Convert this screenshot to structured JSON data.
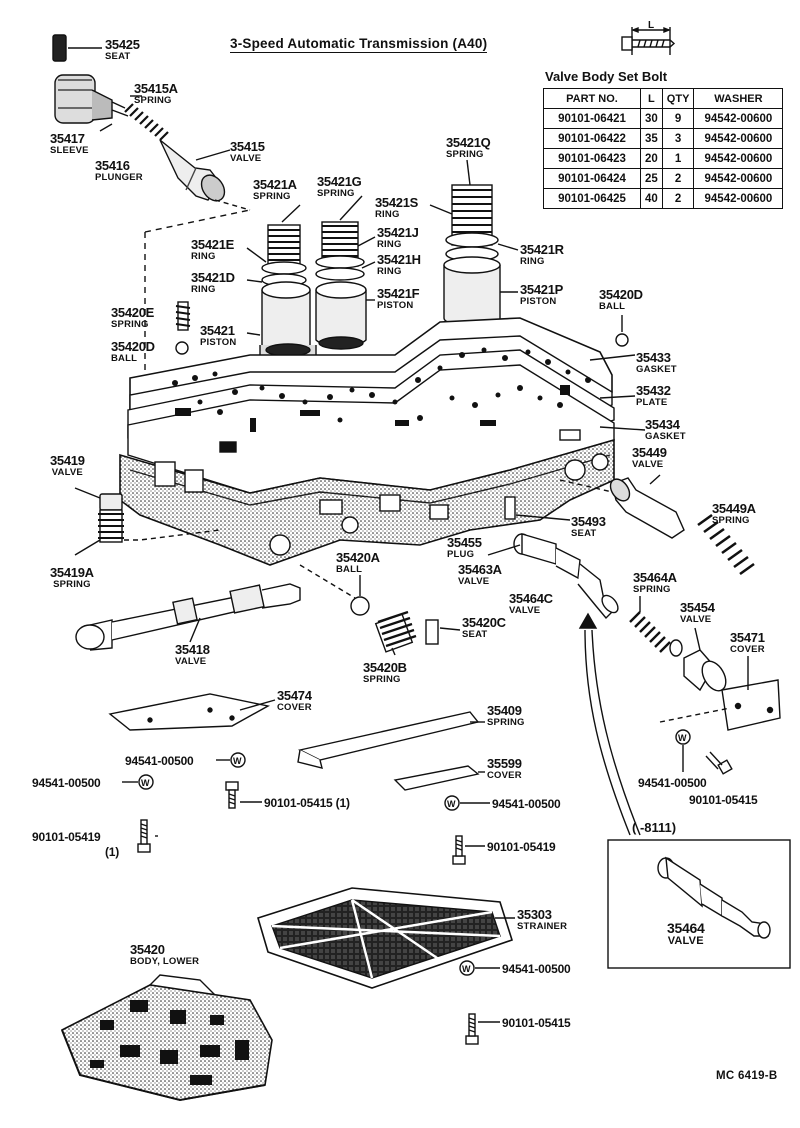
{
  "title": "3-Speed Automatic Transmission (A40)",
  "figure_code": "MC  6419-B",
  "bolt_dimension_label": "L",
  "bolt_table": {
    "caption": "Valve Body Set Bolt",
    "headers": [
      "PART NO.",
      "L",
      "QTY",
      "WASHER"
    ],
    "rows": [
      [
        "90101-06421",
        "30",
        "9",
        "94542-00600"
      ],
      [
        "90101-06422",
        "35",
        "3",
        "94542-00600"
      ],
      [
        "90101-06423",
        "20",
        "1",
        "94542-00600"
      ],
      [
        "90101-06424",
        "25",
        "2",
        "94542-00600"
      ],
      [
        "90101-06425",
        "40",
        "2",
        "94542-00600"
      ]
    ]
  },
  "inset": {
    "range_label": "(      -8111)",
    "part": {
      "no": "35464",
      "name": "VALVE"
    }
  },
  "parts": {
    "p35425": {
      "no": "35425",
      "name": "SEAT"
    },
    "p35415A": {
      "no": "35415A",
      "name": "SPRING"
    },
    "p35417": {
      "no": "35417",
      "name": "SLEEVE"
    },
    "p35416": {
      "no": "35416",
      "name": "PLUNGER"
    },
    "p35415": {
      "no": "35415",
      "name": "VALVE"
    },
    "p35421Q": {
      "no": "35421Q",
      "name": "SPRING"
    },
    "p35421A": {
      "no": "35421A",
      "name": "SPRING"
    },
    "p35421G": {
      "no": "35421G",
      "name": "SPRING"
    },
    "p35421S": {
      "no": "35421S",
      "name": "RING"
    },
    "p35421J": {
      "no": "35421J",
      "name": "RING"
    },
    "p35421E": {
      "no": "35421E",
      "name": "RING"
    },
    "p35421H": {
      "no": "35421H",
      "name": "RING"
    },
    "p35421R": {
      "no": "35421R",
      "name": "RING"
    },
    "p35421D": {
      "no": "35421D",
      "name": "RING"
    },
    "p35421F": {
      "no": "35421F",
      "name": "PISTON"
    },
    "p35421P": {
      "no": "35421P",
      "name": "PISTON"
    },
    "p35420D_top": {
      "no": "35420D",
      "name": "BALL"
    },
    "p35420E": {
      "no": "35420E",
      "name": "SPRING"
    },
    "p35421": {
      "no": "35421",
      "name": "PISTON"
    },
    "p35420D_left": {
      "no": "35420D",
      "name": "BALL"
    },
    "p35433": {
      "no": "35433",
      "name": "GASKET"
    },
    "p35432": {
      "no": "35432",
      "name": "PLATE"
    },
    "p35434": {
      "no": "35434",
      "name": "GASKET"
    },
    "p35449": {
      "no": "35449",
      "name": "VALVE"
    },
    "p35419": {
      "no": "35419",
      "name": "VALVE"
    },
    "p35449A": {
      "no": "35449A",
      "name": "SPRING"
    },
    "p35493": {
      "no": "35493",
      "name": "SEAT"
    },
    "p35455": {
      "no": "35455",
      "name": "PLUG"
    },
    "p35419A": {
      "no": "35419A",
      "name": "SPRING"
    },
    "p35463A": {
      "no": "35463A",
      "name": "VALVE"
    },
    "p35464A": {
      "no": "35464A",
      "name": "SPRING"
    },
    "p35420A": {
      "no": "35420A",
      "name": "BALL"
    },
    "p35464C": {
      "no": "35464C",
      "name": "VALVE"
    },
    "p35454": {
      "no": "35454",
      "name": "VALVE"
    },
    "p35420C": {
      "no": "35420C",
      "name": "SEAT"
    },
    "p35471": {
      "no": "35471",
      "name": "COVER"
    },
    "p35418": {
      "no": "35418",
      "name": "VALVE"
    },
    "p35420B": {
      "no": "35420B",
      "name": "SPRING"
    },
    "p35474": {
      "no": "35474",
      "name": "COVER"
    },
    "p35409": {
      "no": "35409",
      "name": "SPRING"
    },
    "p35599": {
      "no": "35599",
      "name": "COVER"
    },
    "p35303": {
      "no": "35303",
      "name": "STRAINER"
    },
    "p35420": {
      "no": "35420",
      "name": "BODY, LOWER"
    }
  },
  "hardware": {
    "w1": "94541-00500",
    "w2": "94541-00500",
    "w3": "94541-00500",
    "w4": "94541-00500",
    "w5": "94541-00500",
    "b1": "90101-05415 (1)",
    "b2_no": "90101-05419",
    "b2_qty": "(1)",
    "b3": "90101-05419",
    "b4": "90101-05415",
    "b5": "90101-05415"
  }
}
